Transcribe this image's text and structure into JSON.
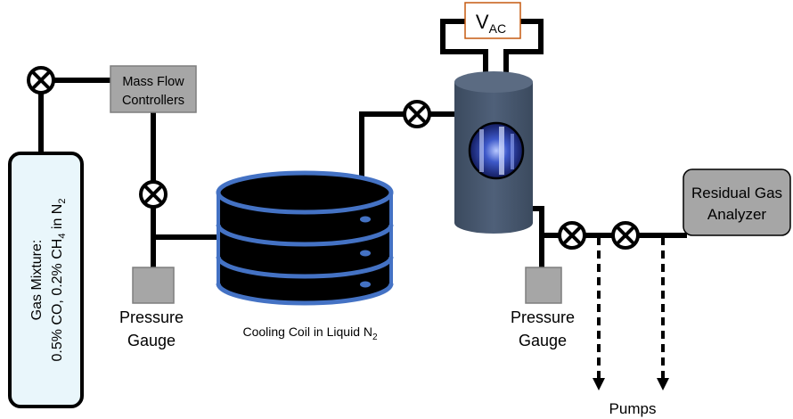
{
  "gas_cylinder": {
    "line1": "Gas Mixture:",
    "line2_a": "0.5% CO, 0.2% CH",
    "line2_sub1": "4",
    "line2_b": " in N",
    "line2_sub2": "2"
  },
  "mass_flow": {
    "line1": "Mass Flow",
    "line2": "Controllers"
  },
  "pressure_gauge_left": {
    "line1": "Pressure",
    "line2": "Gauge"
  },
  "pressure_gauge_right": {
    "line1": "Pressure",
    "line2": "Gauge"
  },
  "cooling_coil": {
    "text": "Cooling Coil in Liquid N",
    "sub": "2"
  },
  "voltage": {
    "main": "V",
    "sub": "AC"
  },
  "rga": {
    "line1": "Residual Gas",
    "line2": "Analyzer"
  },
  "pumps": {
    "text": "Pumps"
  },
  "colors": {
    "pipe": "#000000",
    "cylinder_fill": "#e9f6fb",
    "box_fill": "#a6a6a6",
    "coil_band": "#4472c4",
    "chamber": "#44546a",
    "vac_border": "#c55a11"
  }
}
